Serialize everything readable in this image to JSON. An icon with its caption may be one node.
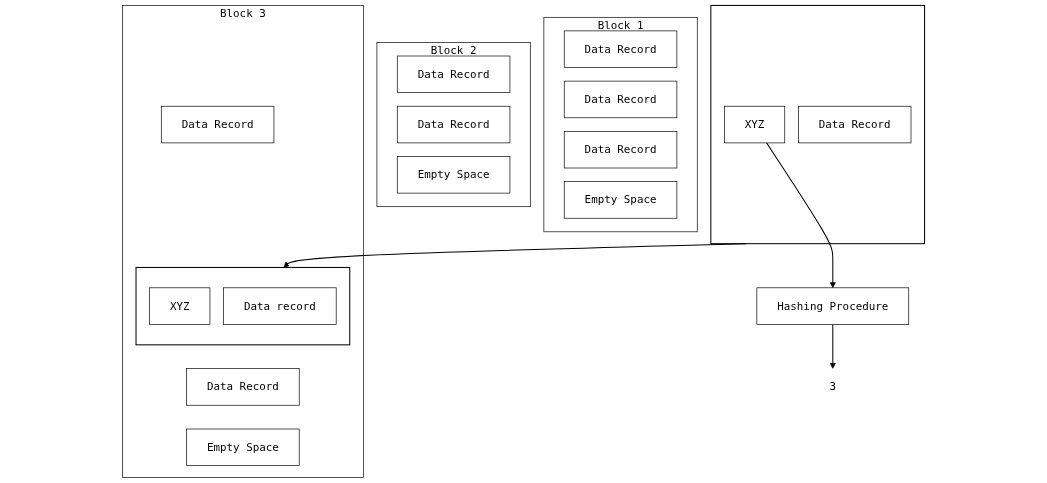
{
  "diagram": {
    "nodes": [
      {
        "text": [
          "Hashing Procedure"
        ]
      },
      {
        "text": [
          "3"
        ]
      },
      {
        "text": [],
        "shape": "box"
      },
      {
        "text": [
          "XYZ"
        ],
        "in": 2
      },
      {
        "text": [
          "Data Record"
        ],
        "in": 2
      },
      {
        "text": [
          "Block 1"
        ]
      },
      {
        "text": [
          "Data Record"
        ],
        "in": 5
      },
      {
        "text": [
          "Data Record"
        ],
        "in": 5
      },
      {
        "text": [
          "Data Record"
        ],
        "in": 5
      },
      {
        "text": [
          "Empty Space"
        ],
        "in": 5
      },
      {
        "text": [
          "Block 2"
        ]
      },
      {
        "text": [
          "Data Record"
        ],
        "in": 10
      },
      {
        "text": [
          "Data Record"
        ],
        "in": 10
      },
      {
        "text": [
          "Empty Space"
        ],
        "in": 10
      },
      {
        "text": [
          "Block 3"
        ]
      },
      {
        "text": [
          "Data Record"
        ],
        "in": 14
      },
      {
        "text": [],
        "shape": "box",
        "in": 14
      },
      {
        "text": [
          "XYZ"
        ],
        "in": 16
      },
      {
        "text": [
          "Data record"
        ],
        "in": 16
      },
      {
        "text": [
          "Data Record"
        ],
        "in": 14
      },
      {
        "text": [
          "Empty Space"
        ],
        "in": 14
      }
    ],
    "edges": [
      {
        "from": 3,
        "to": 0,
        "arrow": "to"
      },
      {
        "from": 0,
        "to": 1,
        "arrow": "to"
      },
      {
        "from": 2,
        "to": 16,
        "arrow": "to"
      }
    ]
  }
}
